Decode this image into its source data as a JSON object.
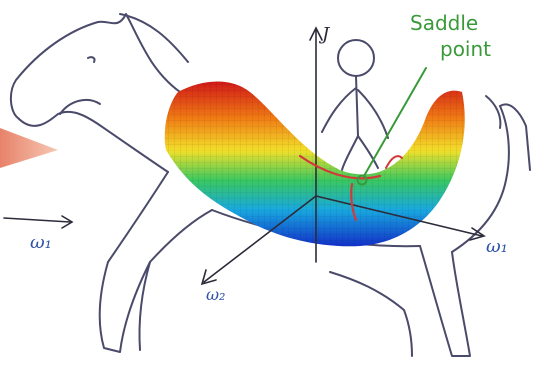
{
  "labels": {
    "j_axis": "J",
    "w1_left": "ω₁",
    "w1_right": "ω₁",
    "w2": "ω₂",
    "saddle_line1": "Saddle",
    "saddle_line2": "point"
  },
  "colors": {
    "sketch_ink": "#4a4a6a",
    "label_blue": "#2f52a8",
    "label_green": "#3a9a3a",
    "saddle_marks": "#d23a3a",
    "surface_high": "#d01818",
    "surface_mid": "#f2e02a",
    "surface_low": "#1230c8"
  },
  "surface": {
    "type": "saddle",
    "colormap": "jet"
  }
}
